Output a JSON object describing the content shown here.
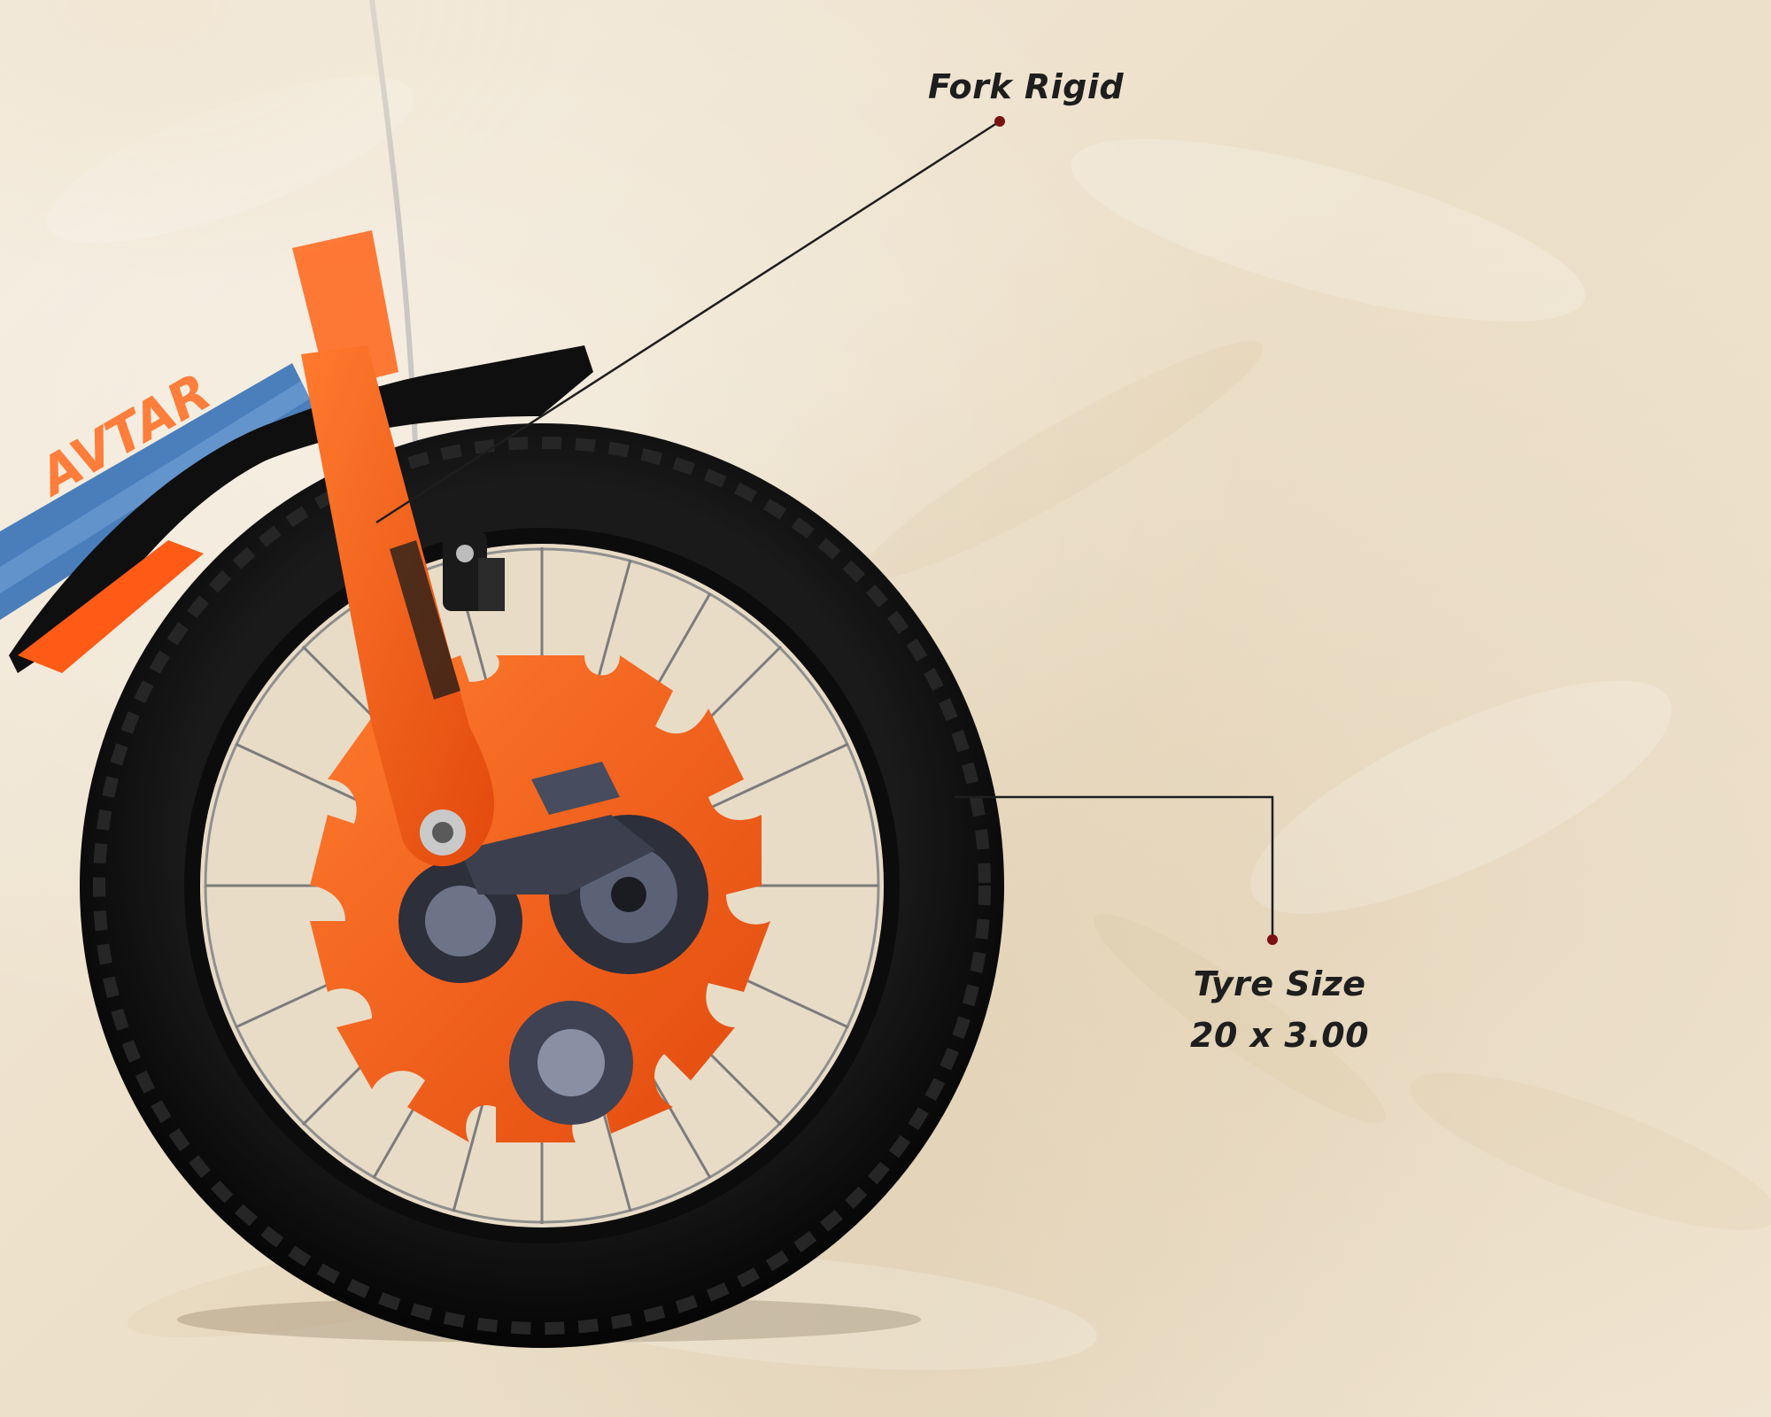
{
  "callouts": {
    "fork": {
      "label": "Fork Rigid"
    },
    "tyre": {
      "label": "Tyre Size",
      "value": "20 x 3.00"
    }
  },
  "colors": {
    "background": "#f1e6d3",
    "tyre": "#121212",
    "frame_orange": "#ff5e1a",
    "frame_blue": "#2c6bb5",
    "callout_dot": "#7a1212",
    "callout_line": "#1e1e1e"
  },
  "frame_decal": {
    "text": "AVTAR"
  }
}
